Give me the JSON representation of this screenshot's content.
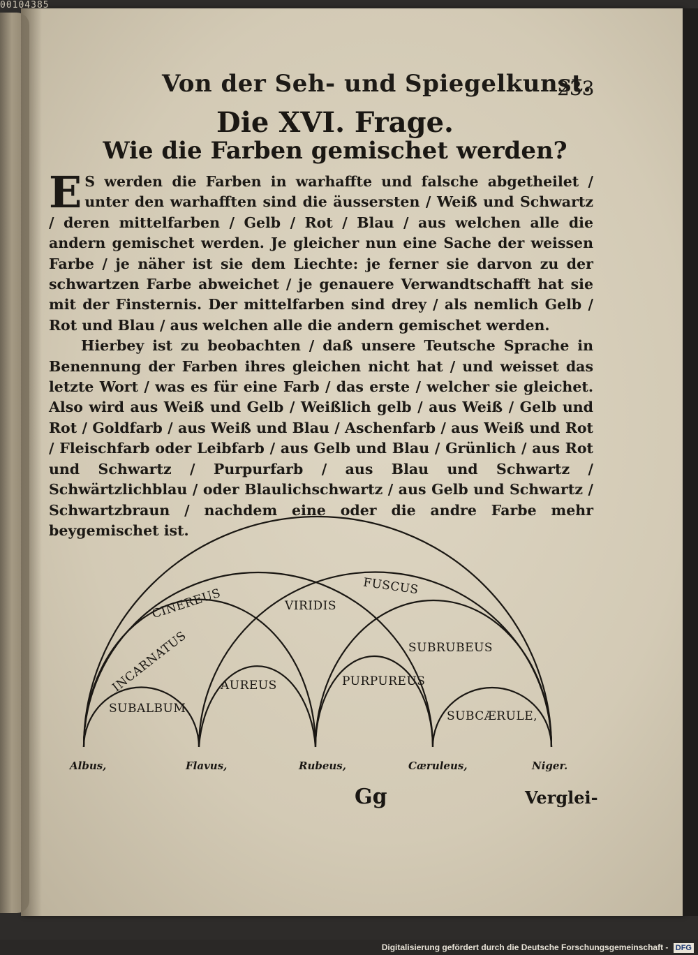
{
  "catalog_number": "00104385",
  "running_head": "Von der Seh- und Spiegelkunst.",
  "page_number": "233",
  "chapter_title": "Die XVI. Frage.",
  "question_title": "Wie die Farben gemischet werden?",
  "paragraph1_dropcap": "E",
  "paragraph1": "S werden die Farben in warhaffte und falsche abgetheilet / unter den warhafften sind die äussersten / Weiß und Schwartz / deren mittelfarben / Gelb / Rot / Blau / aus welchen alle die andern gemischet werden. Je gleicher nun eine Sache der weissen Farbe / je näher ist sie dem Liechte: je ferner sie darvon zu der schwartzen Farbe abweichet / je genauere Verwandtschafft hat sie mit der Finsternis. Der mittelfarben sind drey / als nemlich Gelb / Rot und Blau / aus welchen alle die andern gemischet werden.",
  "paragraph2": "Hierbey ist zu beobachten / daß unsere Teutsche Sprache in Benennung der Farben ihres gleichen nicht hat / und weisset das letzte Wort / was es für eine Farb / das erste / welcher sie gleichet. Also wird aus Weiß und Gelb / Weißlich gelb / aus Weiß / Gelb und Rot / Goldfarb / aus Weiß und Blau / Aschenfarb / aus Weiß und Rot / Fleischfarb oder Leibfarb / aus Gelb und Blau / Grünlich / aus Rot und Schwartz / Purpurfarb / aus Blau und Schwartz / Schwärtzlichblau / oder Blaulichschwartz / aus Gelb und Schwartz / Schwartzbraun / nachdem eine oder die andre Farbe mehr beygemischet ist.",
  "diagram": {
    "arc_labels": {
      "fuscus": "FUSCUS",
      "cinereus": "CINEREUS",
      "viridis": "VIRIDIS",
      "incarnatus": "INCARNATUS",
      "subrubeus": "SUBRUBEUS",
      "aureus": "AUREUS",
      "purpureus": "PURPUREUS",
      "subalbum": "SUBALBUM",
      "subcaerule": "SUBCÆRULE,"
    },
    "base_labels": {
      "albus": "Albus,",
      "flavus": "Flavus,",
      "rubeus": "Rubeus,",
      "caeruleus": "Cæruleus,",
      "niger": "Niger."
    }
  },
  "signature_mark": "Gg",
  "catchword": "Verglei-",
  "footer_text": "Digitalisierung gefördert durch die Deutsche Forschungsgemeinschaft -",
  "footer_logo": "DFG"
}
